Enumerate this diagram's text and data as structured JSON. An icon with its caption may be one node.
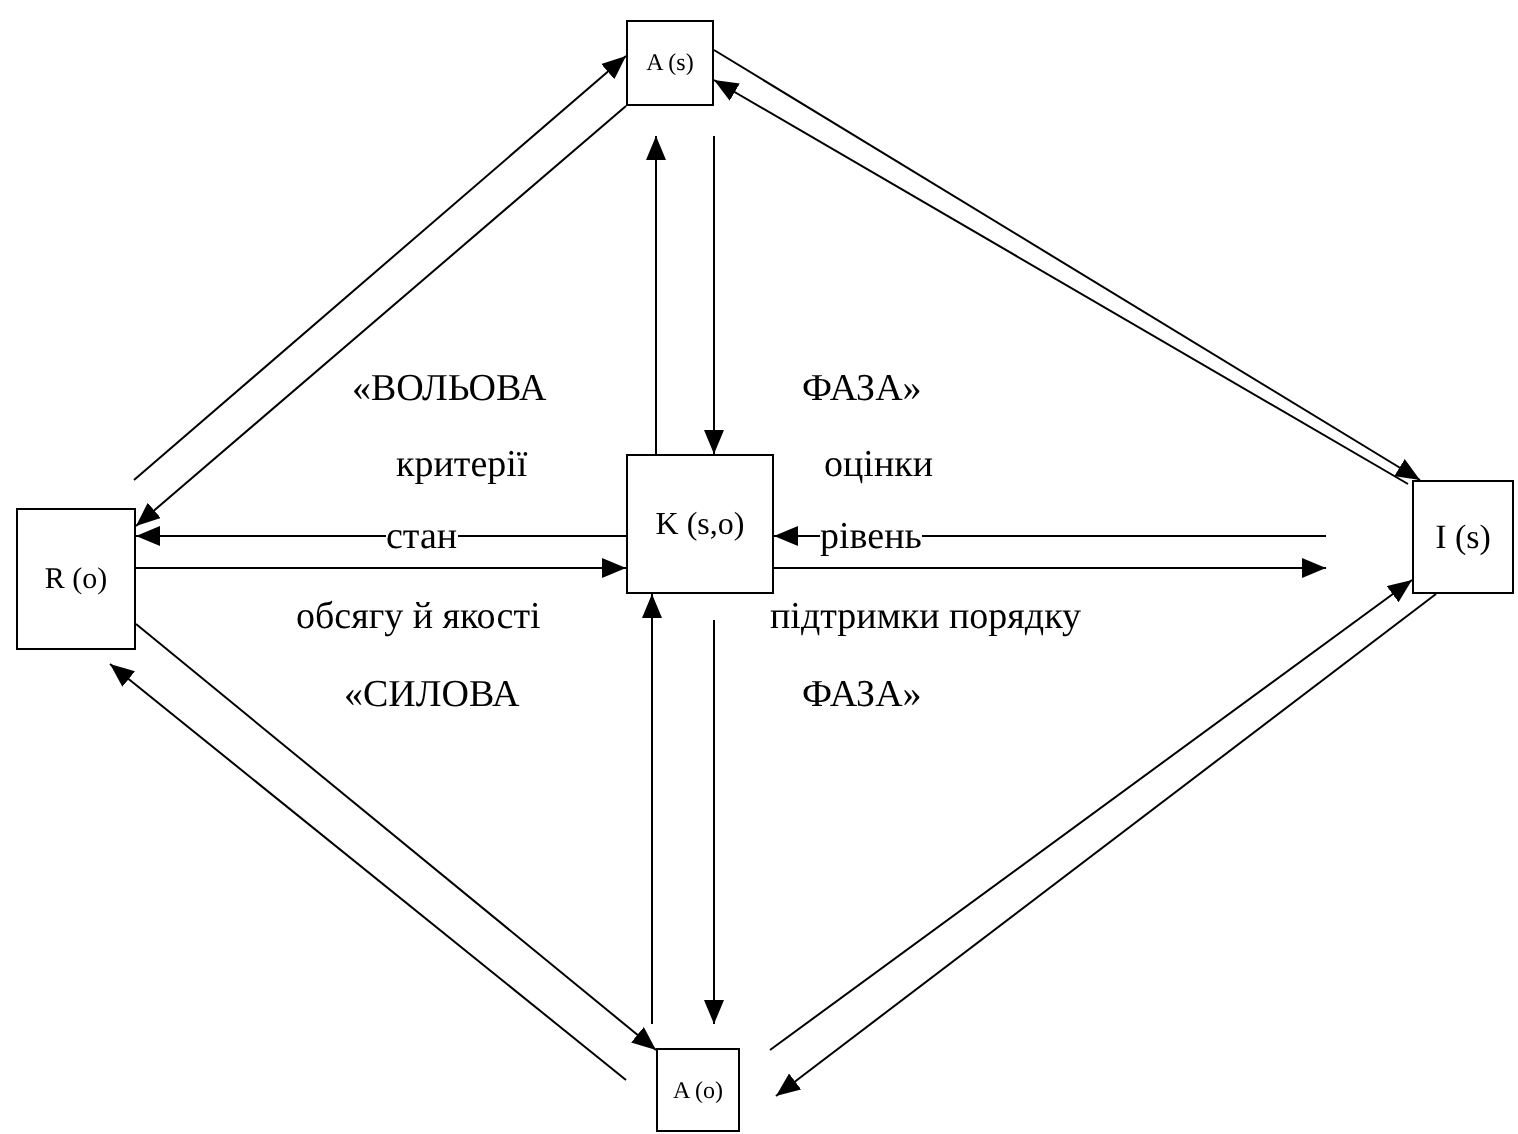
{
  "diagram": {
    "nodes": [
      {
        "text": [
          "A (s)"
        ]
      },
      {
        "text": [
          "R (o)"
        ]
      },
      {
        "text": [
          "K (s,o)"
        ]
      },
      {
        "text": [
          "I (s)"
        ]
      },
      {
        "text": [
          "A (o)"
        ]
      }
    ],
    "edges": [
      {
        "from": 1,
        "to": 0,
        "arrow": "to"
      },
      {
        "from": 0,
        "to": 1,
        "arrow": "to"
      },
      {
        "from": 0,
        "to": 3,
        "arrow": "to"
      },
      {
        "from": 3,
        "to": 0,
        "arrow": "to"
      },
      {
        "from": 2,
        "to": 0,
        "arrow": "to"
      },
      {
        "from": 0,
        "to": 2,
        "arrow": "to"
      },
      {
        "from": 2,
        "to": 1,
        "arrow": "to"
      },
      {
        "from": 1,
        "to": 2,
        "arrow": "to"
      },
      {
        "from": 3,
        "to": 2,
        "arrow": "to"
      },
      {
        "from": 2,
        "to": 3,
        "arrow": "to"
      },
      {
        "from": 4,
        "to": 2,
        "arrow": "to"
      },
      {
        "from": 2,
        "to": 4,
        "arrow": "to"
      },
      {
        "from": 1,
        "to": 4,
        "arrow": "to"
      },
      {
        "from": 4,
        "to": 1,
        "arrow": "to"
      },
      {
        "from": 4,
        "to": 3,
        "arrow": "to"
      },
      {
        "from": 3,
        "to": 4,
        "arrow": "to"
      }
    ],
    "labels": [
      "«ВОЛЬОВА",
      "ФАЗА»",
      "критерії",
      "оцінки",
      "стан",
      "рівень",
      "обсягу й якості",
      "підтримки порядку",
      "«СИЛОВА",
      "ФАЗА»"
    ]
  }
}
